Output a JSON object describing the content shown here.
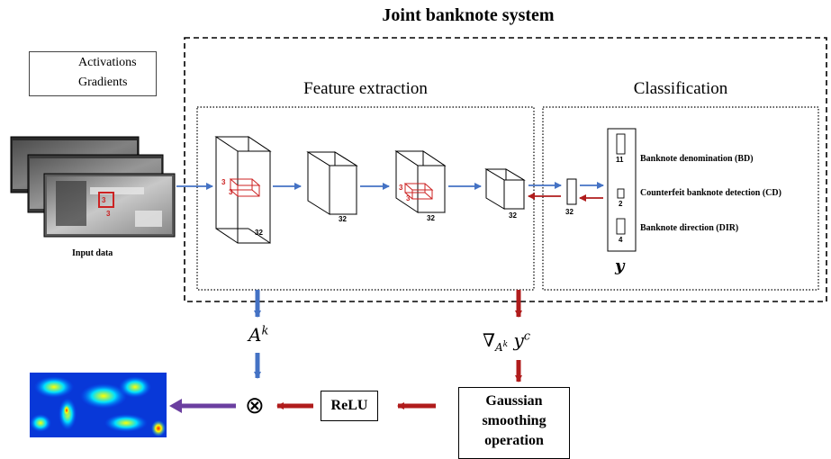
{
  "title": "Joint banknote system",
  "legend": {
    "activations": "Activations",
    "gradients": "Gradients"
  },
  "sections": {
    "feature_extraction": "Feature extraction",
    "classification": "Classification"
  },
  "input_label": "Input data",
  "kernel_labels": {
    "k1_a": "3",
    "k1_b": "3",
    "k1_c": "3",
    "k2_a": "3",
    "k2_b": "3"
  },
  "layer_depths": {
    "l1": "32",
    "l2": "32",
    "l3": "32",
    "l4": "32",
    "fc": "32"
  },
  "outputs": [
    {
      "size": "11",
      "label": "Banknote denomination (BD)"
    },
    {
      "size": "2",
      "label": "Counterfeit banknote detection (CD)"
    },
    {
      "size": "4",
      "label": "Banknote direction (DIR)"
    }
  ],
  "output_var": "y",
  "activation_symbol": {
    "base": "A",
    "sup": "k"
  },
  "gradient_symbol": {
    "nabla": "∇",
    "sub": "A",
    "subsup": "k",
    "y": "y",
    "sup": "c"
  },
  "multiply_symbol": "⊗",
  "relu_label": "ReLU",
  "gaussian_label": [
    "Gaussian",
    "smoothing",
    "operation"
  ],
  "colors": {
    "activation": "#4472c4",
    "gradient": "#b01c1c",
    "output_arrow": "#6b3fa0",
    "kernel": "#cc2222"
  }
}
